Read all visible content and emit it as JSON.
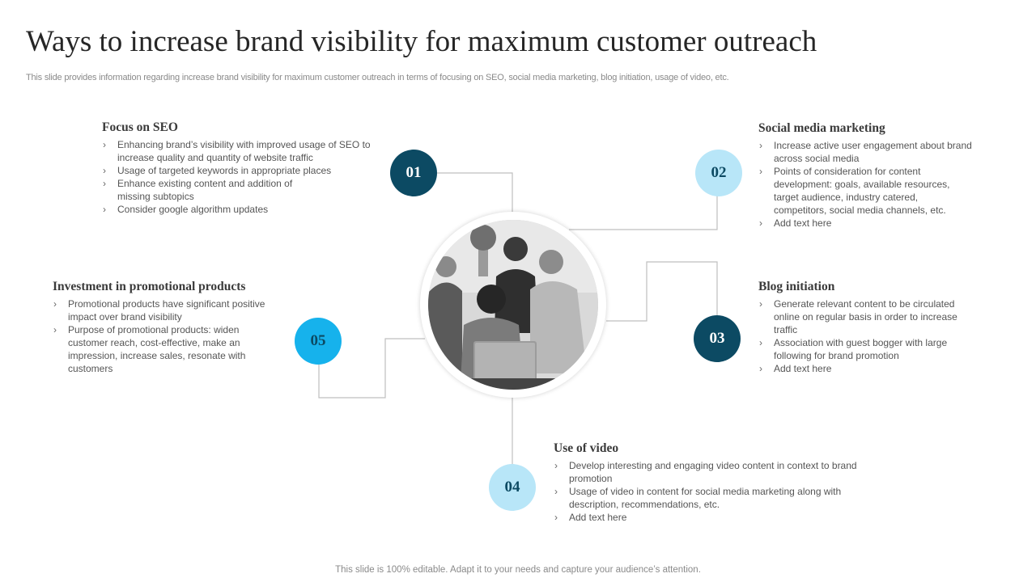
{
  "header": {
    "title": "Ways to increase brand visibility for maximum customer outreach",
    "subtitle": "This slide provides information regarding increase brand visibility for maximum customer outreach in terms of focusing on SEO, social media marketing, blog initiation, usage of video, etc."
  },
  "footer": {
    "note": "This slide is 100% editable. Adapt it to your needs and capture your audience’s attention."
  },
  "colors": {
    "dark_teal": "#0c4a63",
    "light_blue": "#b8e6f8",
    "bright_blue": "#16b2ec",
    "connector": "#bfbfbf"
  },
  "center_image": {
    "icon": "team-meeting-photo"
  },
  "steps": [
    {
      "number": "01",
      "heading": "Focus on SEO",
      "bullets": [
        "Enhancing brand’s visibility with improved  usage of SEO to increase quality and quantity of website traffic",
        "Usage of targeted keywords in appropriate places",
        "Enhance existing content and addition of missing subtopics",
        "Consider google algorithm updates"
      ]
    },
    {
      "number": "02",
      "heading": "Social media marketing",
      "bullets": [
        "Increase active user engagement about brand across social media",
        "Points of consideration for content development: goals, available resources, target audience, industry catered, competitors, social media channels, etc.",
        "Add text here"
      ]
    },
    {
      "number": "03",
      "heading": "Blog initiation",
      "bullets": [
        "Generate relevant  content to be circulated online on regular basis in order to increase traffic",
        "Association with guest bogger with large following for brand promotion",
        "Add text here"
      ]
    },
    {
      "number": "04",
      "heading": "Use of video",
      "bullets": [
        "Develop interesting and engaging video content in context to brand promotion",
        "Usage of video in content for social media marketing along with description, recommendations, etc.",
        "Add text here"
      ]
    },
    {
      "number": "05",
      "heading": "Investment in promotional products",
      "bullets": [
        "Promotional products have significant positive impact over brand visibility",
        "Purpose of promotional products: widen customer reach, cost-effective, make an impression, increase sales, resonate with customers"
      ]
    }
  ]
}
